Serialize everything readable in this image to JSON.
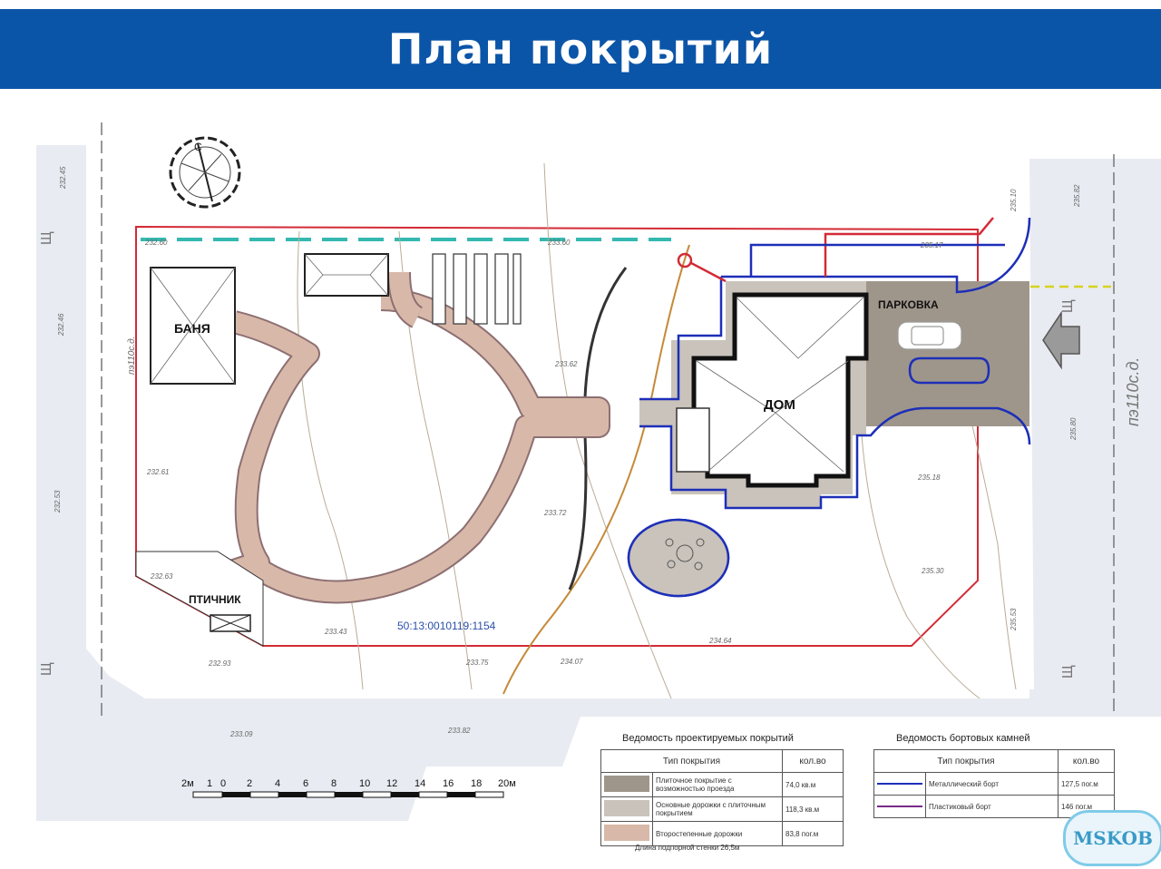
{
  "header": {
    "title": "План покрытий"
  },
  "plan": {
    "labels": {
      "banya": "БАНЯ",
      "dom": "ДОМ",
      "parkovka": "ПАРКОВКА",
      "ptichnik": "ПТИЧНИК",
      "cadastral": "50:13:0010119:1154",
      "road_left": "пэ110с.д.",
      "road_right": "пэ110с.д."
    },
    "elevations": [
      "232.45",
      "232.60",
      "232.46",
      "232.53",
      "232.61",
      "232.63",
      "232.93",
      "233.09",
      "233.82",
      "233.43",
      "233.75",
      "234.07",
      "234.64",
      "235.18",
      "235.30",
      "235.53",
      "235.80",
      "235.82",
      "235.10",
      "235.17",
      "233.60",
      "233.62",
      "233.72"
    ],
    "compass_letter": "С",
    "utility_marks": [
      "Щ",
      "Щ",
      "Щ",
      "Щ",
      "Щ"
    ],
    "scale_labels": [
      "2м",
      "1",
      "0",
      "2",
      "4",
      "6",
      "8",
      "10",
      "12",
      "14",
      "16",
      "18",
      "20м"
    ]
  },
  "coverage_table": {
    "title": "Ведомость проектируемых покрытий",
    "headers": [
      "Тип покрытия",
      "кол.во"
    ],
    "rows": [
      {
        "name": "Плиточное покрытие с возможностью проезда",
        "qty": "74,0 кв.м",
        "color": "#9f968b"
      },
      {
        "name": "Основные дорожки с плиточным покрытием",
        "qty": "118,3 кв.м",
        "color": "#c9c3bb"
      },
      {
        "name": "Второстепенные дорожки",
        "qty": "83,8 пог.м",
        "color": "#d8b9a9"
      }
    ],
    "note": "Длина подпорной стенки 26,5м"
  },
  "curb_table": {
    "title": "Ведомость бортовых камней",
    "headers": [
      "Тип покрытия",
      "кол.во"
    ],
    "rows": [
      {
        "name": "Металлический борт",
        "qty": "127,5 пог.м",
        "color": "#1d2fb8"
      },
      {
        "name": "Пластиковый борт",
        "qty": "146 пог.м",
        "color": "#7a2a8a"
      }
    ]
  },
  "watermark": "MSKOB",
  "colors": {
    "header": "#0b55a8",
    "boundary": "#d32b36",
    "metal_curb": "#1d2fb8",
    "path": "#d8b9a9",
    "paving": "#9f968b"
  }
}
